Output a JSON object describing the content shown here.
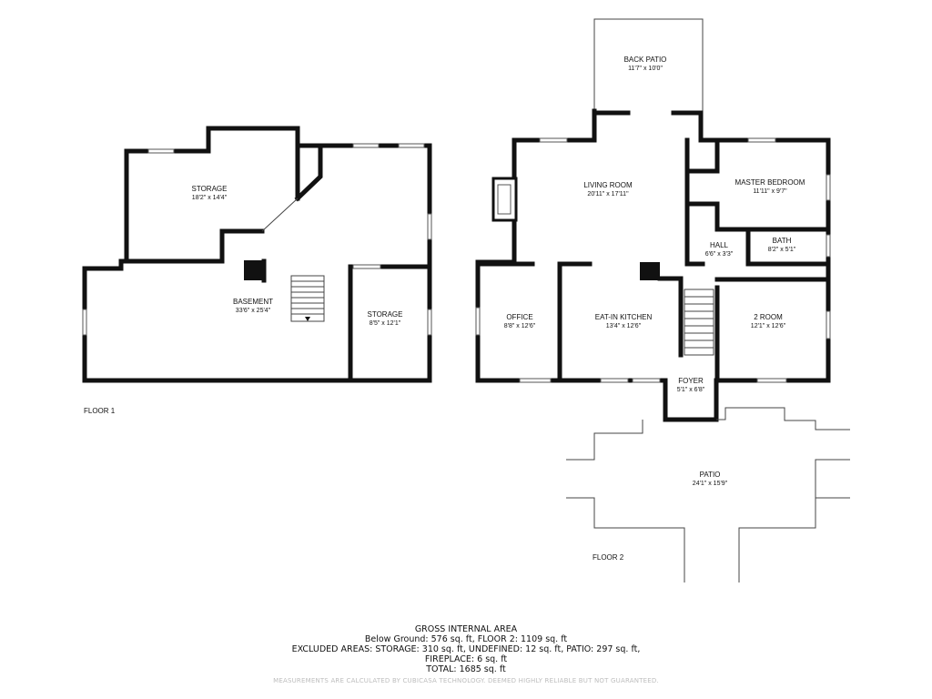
{
  "floors": [
    {
      "label": "FLOOR 1",
      "rooms": [
        {
          "name": "STORAGE",
          "dims": "18'2\" x 14'4\""
        },
        {
          "name": "BASEMENT",
          "dims": "33'6\" x 25'4\""
        },
        {
          "name": "STORAGE",
          "dims": "8'5\" x 12'1\""
        }
      ]
    },
    {
      "label": "FLOOR 2",
      "rooms": [
        {
          "name": "BACK PATIO",
          "dims": "11'7\" x 10'0\""
        },
        {
          "name": "LIVING ROOM",
          "dims": "20'11\" x 17'11\""
        },
        {
          "name": "MASTER BEDROOM",
          "dims": "11'11\" x 9'7\""
        },
        {
          "name": "HALL",
          "dims": "6'6\" x 3'3\""
        },
        {
          "name": "BATH",
          "dims": "8'2\" x 5'1\""
        },
        {
          "name": "OFFICE",
          "dims": "8'8\" x 12'6\""
        },
        {
          "name": "EAT-IN KITCHEN",
          "dims": "13'4\" x 12'6\""
        },
        {
          "name": "2 ROOM",
          "dims": "12'1\" x 12'6\""
        },
        {
          "name": "FOYER",
          "dims": "5'1\" x 6'8\""
        },
        {
          "name": "PATIO",
          "dims": "24'1\" x 15'9\""
        }
      ]
    }
  ],
  "summary": {
    "title": "GROSS INTERNAL AREA",
    "line1": "Below Ground: 576 sq. ft, FLOOR 2: 1109 sq. ft",
    "line2": "EXCLUDED AREAS: STORAGE: 310 sq. ft, UNDEFINED: 12 sq. ft, PATIO: 297 sq. ft,",
    "line3": "FIREPLACE: 6 sq. ft",
    "line4": "TOTAL: 1685 sq. ft",
    "disclaimer": "MEASUREMENTS ARE CALCULATED BY CUBICASA TECHNOLOGY. DEEMED HIGHLY RELIABLE BUT NOT GUARANTEED."
  }
}
